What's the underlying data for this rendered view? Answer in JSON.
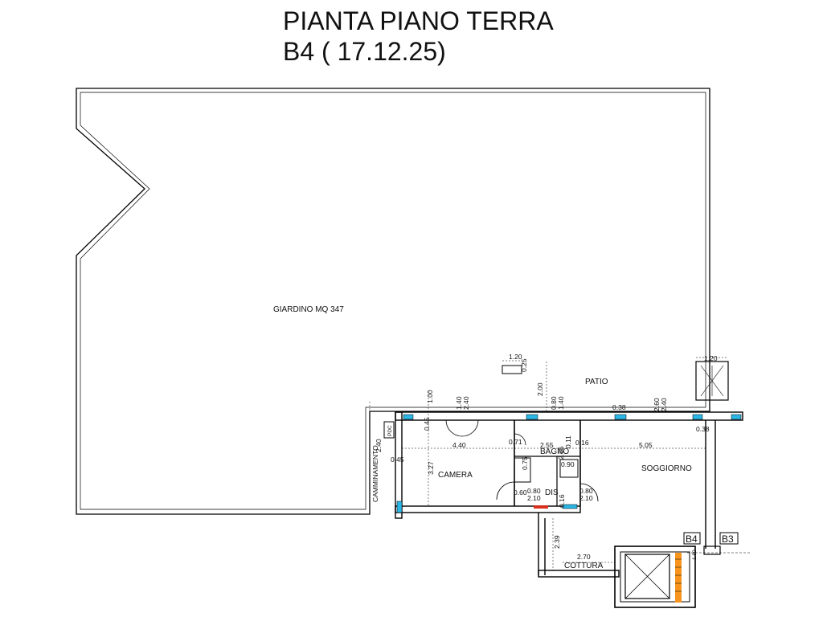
{
  "title": {
    "line1": "PIANTA PIANO TERRA",
    "line2": "B4  ( 17.12.25)"
  },
  "rooms": {
    "garden": "GIARDINO   MQ  347",
    "patio": "PATIO",
    "bedroom": "CAMERA",
    "bathroom": "BAGNO",
    "hall": "DIS",
    "living": "SOGGIORNO",
    "kitchen": "COTTURA",
    "walkway": "CAMMINAMENTO",
    "heat_pump": "PDC"
  },
  "units": {
    "b4": "B4",
    "b3": "B3"
  },
  "dimensions": {
    "d_120_left": "1.20",
    "d_025": "0.25",
    "d_120_right": "1.20",
    "d_200": "2.00",
    "d_100": "1.00",
    "d_140_top": "1.40",
    "d_240_top": "2.40",
    "d_080_top": "0.80",
    "d_140_b": "1.40",
    "d_038_a": "0.38",
    "d_260": "2.60",
    "d_240_b": "2.40",
    "d_038_b": "0.38",
    "d_045_a": "0.45",
    "d_240_pdc": "2.40",
    "d_440": "4.40",
    "d_071": "0.71",
    "d_255": "2.55",
    "d_205": "2.05",
    "d_016_a": "0.16",
    "d_505": "5.05",
    "d_045_b": "0.45",
    "d_327": "3.27",
    "d_075": "0.75",
    "d_090": "0.90",
    "d_060": "0.60",
    "d_080_a": "0.80",
    "d_210_a": "2.10",
    "d_080_b": "0.80",
    "d_210_b": "2.10",
    "d_016_b": "0.16",
    "d_239": "2.39",
    "d_270": "2.70",
    "d_011": "0.11",
    "d_180": "1.80"
  },
  "colors": {
    "wall": "#000000",
    "window_blue": "#2ab7e6",
    "door_red": "#d9301e",
    "stair_orange": "#f7941d"
  }
}
